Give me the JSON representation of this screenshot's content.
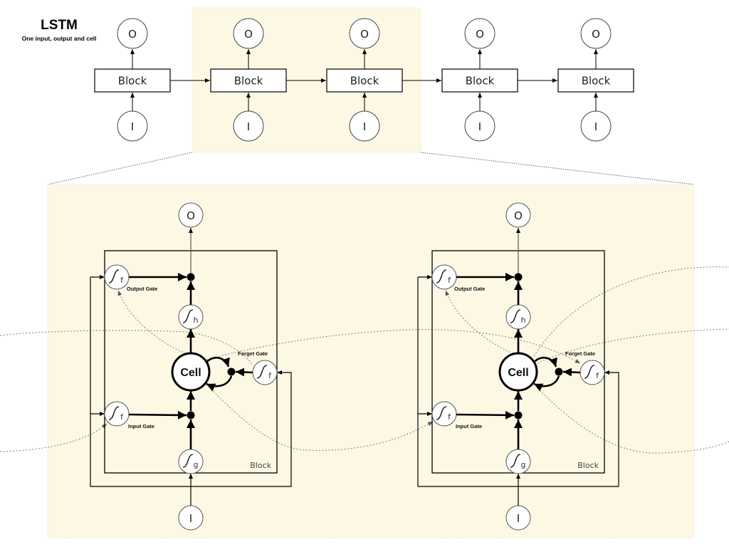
{
  "title": "LSTM",
  "subtitle": "One input, output and cell",
  "colors": {
    "highlight_fill": "#fdf8e4",
    "stroke": "#000000",
    "dotted": "#888888",
    "background": "#ffffff"
  },
  "chain": {
    "block_label": "Block",
    "input_label": "I",
    "output_label": "O",
    "blocks": [
      {
        "label": "Block",
        "highlighted": false
      },
      {
        "label": "Block",
        "highlighted": true
      },
      {
        "label": "Block",
        "highlighted": true
      },
      {
        "label": "Block",
        "highlighted": false
      },
      {
        "label": "Block",
        "highlighted": false
      }
    ]
  },
  "detail": {
    "blocks": [
      {
        "label": "Block",
        "cell_label": "Cell",
        "output_label": "O",
        "input_label": "I",
        "output_gate": {
          "label": "Output Gate",
          "fn": "f"
        },
        "input_gate": {
          "label": "Input Gate",
          "fn": "f"
        },
        "forget_gate": {
          "label": "Forget Gate",
          "fn": "f"
        },
        "output_squash": {
          "fn": "h"
        },
        "input_squash": {
          "fn": "g"
        }
      },
      {
        "label": "Block",
        "cell_label": "Cell",
        "output_label": "O",
        "input_label": "I",
        "output_gate": {
          "label": "Output Gate",
          "fn": "f"
        },
        "input_gate": {
          "label": "Input Gate",
          "fn": "f"
        },
        "forget_gate": {
          "label": "Forget Gate",
          "fn": "f"
        },
        "output_squash": {
          "fn": "h"
        },
        "input_squash": {
          "fn": "g"
        }
      }
    ]
  }
}
